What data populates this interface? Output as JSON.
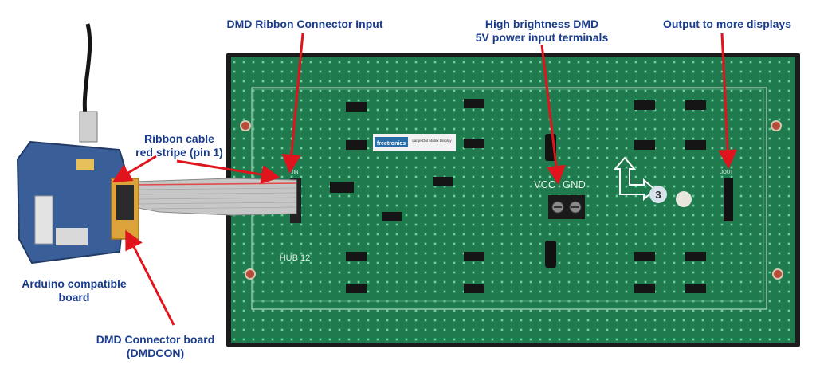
{
  "labels": {
    "ribbon_input": "DMD Ribbon Connector Input",
    "power_line1": "High brightness DMD",
    "power_line2": "5V power input terminals",
    "output": "Output to more displays",
    "ribbon_cable_line1": "Ribbon cable",
    "ribbon_cable_line2": "red stripe (pin 1)",
    "arduino_line1": "Arduino compatible",
    "arduino_line2": "board",
    "dmdcon_line1": "DMD Connector board",
    "dmdcon_line2": "(DMDCON)"
  },
  "board": {
    "brand": "freetronics",
    "subtitle": "Large Dot Matrix Display",
    "vcc": "VCC",
    "gnd": "GND",
    "hub": "HUB 12",
    "in": "JIN",
    "out": "JOUT",
    "circle_num": "3"
  },
  "colors": {
    "label_text": "#1a3c8c",
    "arrow": "#e0141c",
    "pcb": "#1f7a4e",
    "frame": "#1b1b1b"
  }
}
